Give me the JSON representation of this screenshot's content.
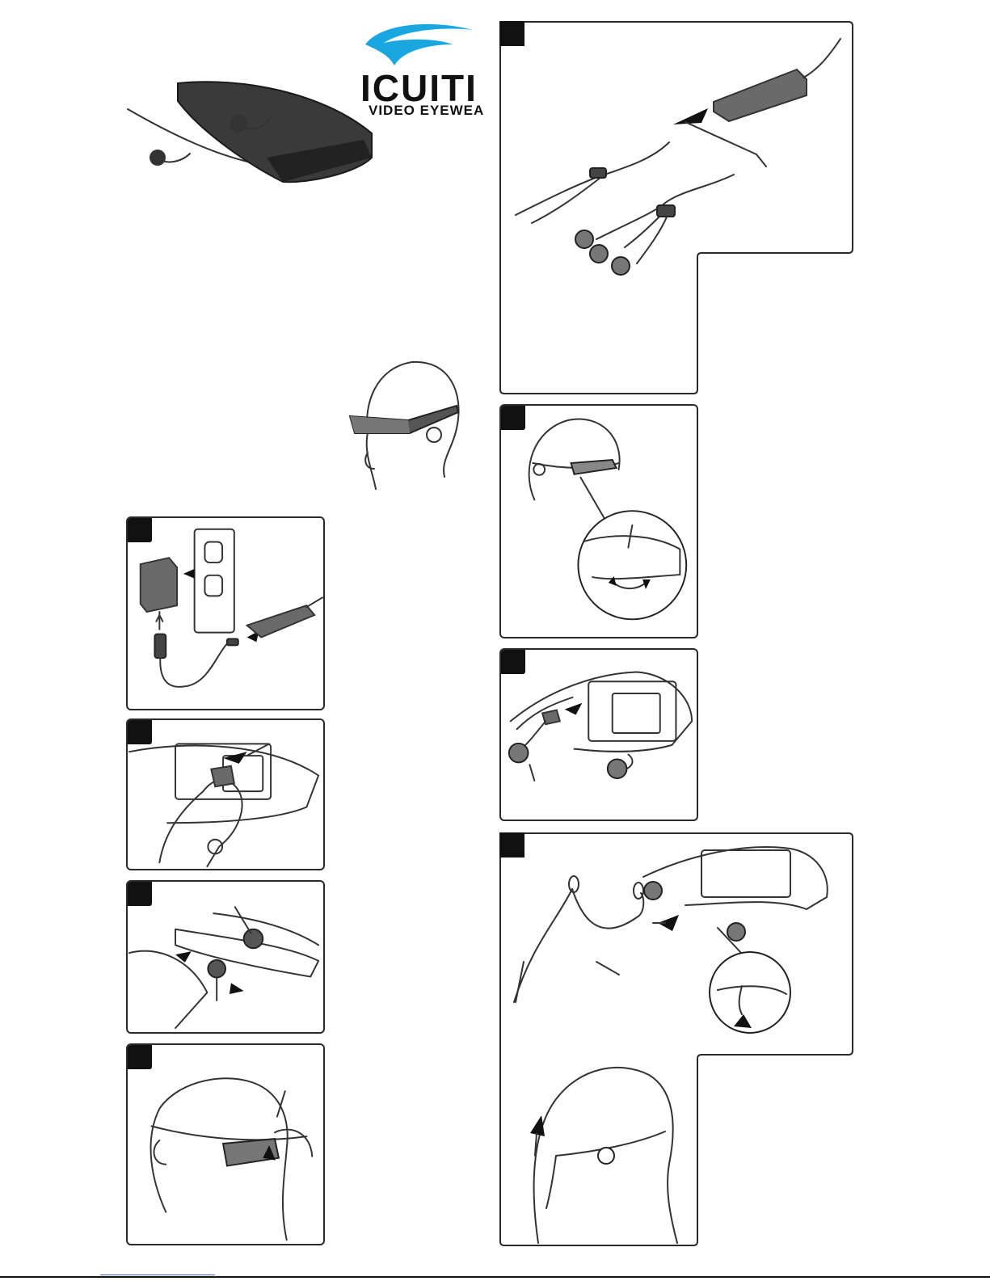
{
  "brand": {
    "name": "ICUITI",
    "tagline": "VIDEO EYEWEAR",
    "swoosh_color": "#1aa7e0"
  },
  "steps": {
    "power": "power-adapter-connection",
    "nosepiece": "nosepiece-adjustment",
    "earphone_left": "earphone-adjustment",
    "tilt": "display-tilt-adjustment",
    "cables": "av-cable-connection",
    "focus": "focus-dial-adjustment",
    "earphone_remove": "earphone-removal",
    "strap": "neck-strap-attachment"
  },
  "icons": [
    "logo-swoosh",
    "arrow",
    "step-marker"
  ]
}
